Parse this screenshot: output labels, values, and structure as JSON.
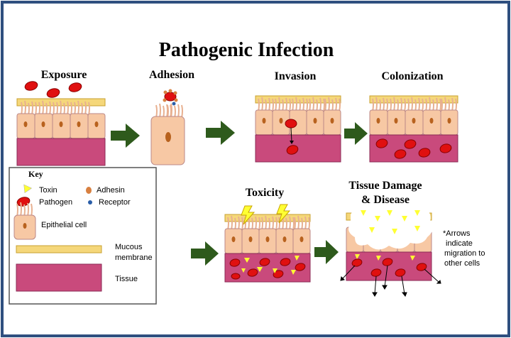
{
  "title": "Pathogenic Infection",
  "stages": {
    "exposure": "Exposure",
    "adhesion": "Adhesion",
    "invasion": "Invasion",
    "colonization": "Colonization",
    "toxicity": "Toxicity",
    "damage_line1": "Tissue Damage",
    "damage_line2": "& Disease"
  },
  "key": {
    "heading": "Key",
    "toxin": "Toxin",
    "adhesin": "Adhesin",
    "pathogen": "Pathogen",
    "receptor": "Receptor",
    "epithelial": "Epithelial cell",
    "mucous_line1": "Mucous",
    "mucous_line2": "membrane",
    "tissue": "Tissue"
  },
  "note": {
    "line1": "*Arrows",
    "line2": "indicate",
    "line3": "migration to",
    "line4": "other cells"
  },
  "colors": {
    "border": "#2f4f7f",
    "pathogen": "#e01010",
    "tissue": "#c94a7c",
    "membrane": "#f5d77a",
    "cell": "#f7c8a4",
    "nucleus": "#b8621e",
    "toxin": "#ffff33",
    "arrow": "#2e5a1c"
  }
}
